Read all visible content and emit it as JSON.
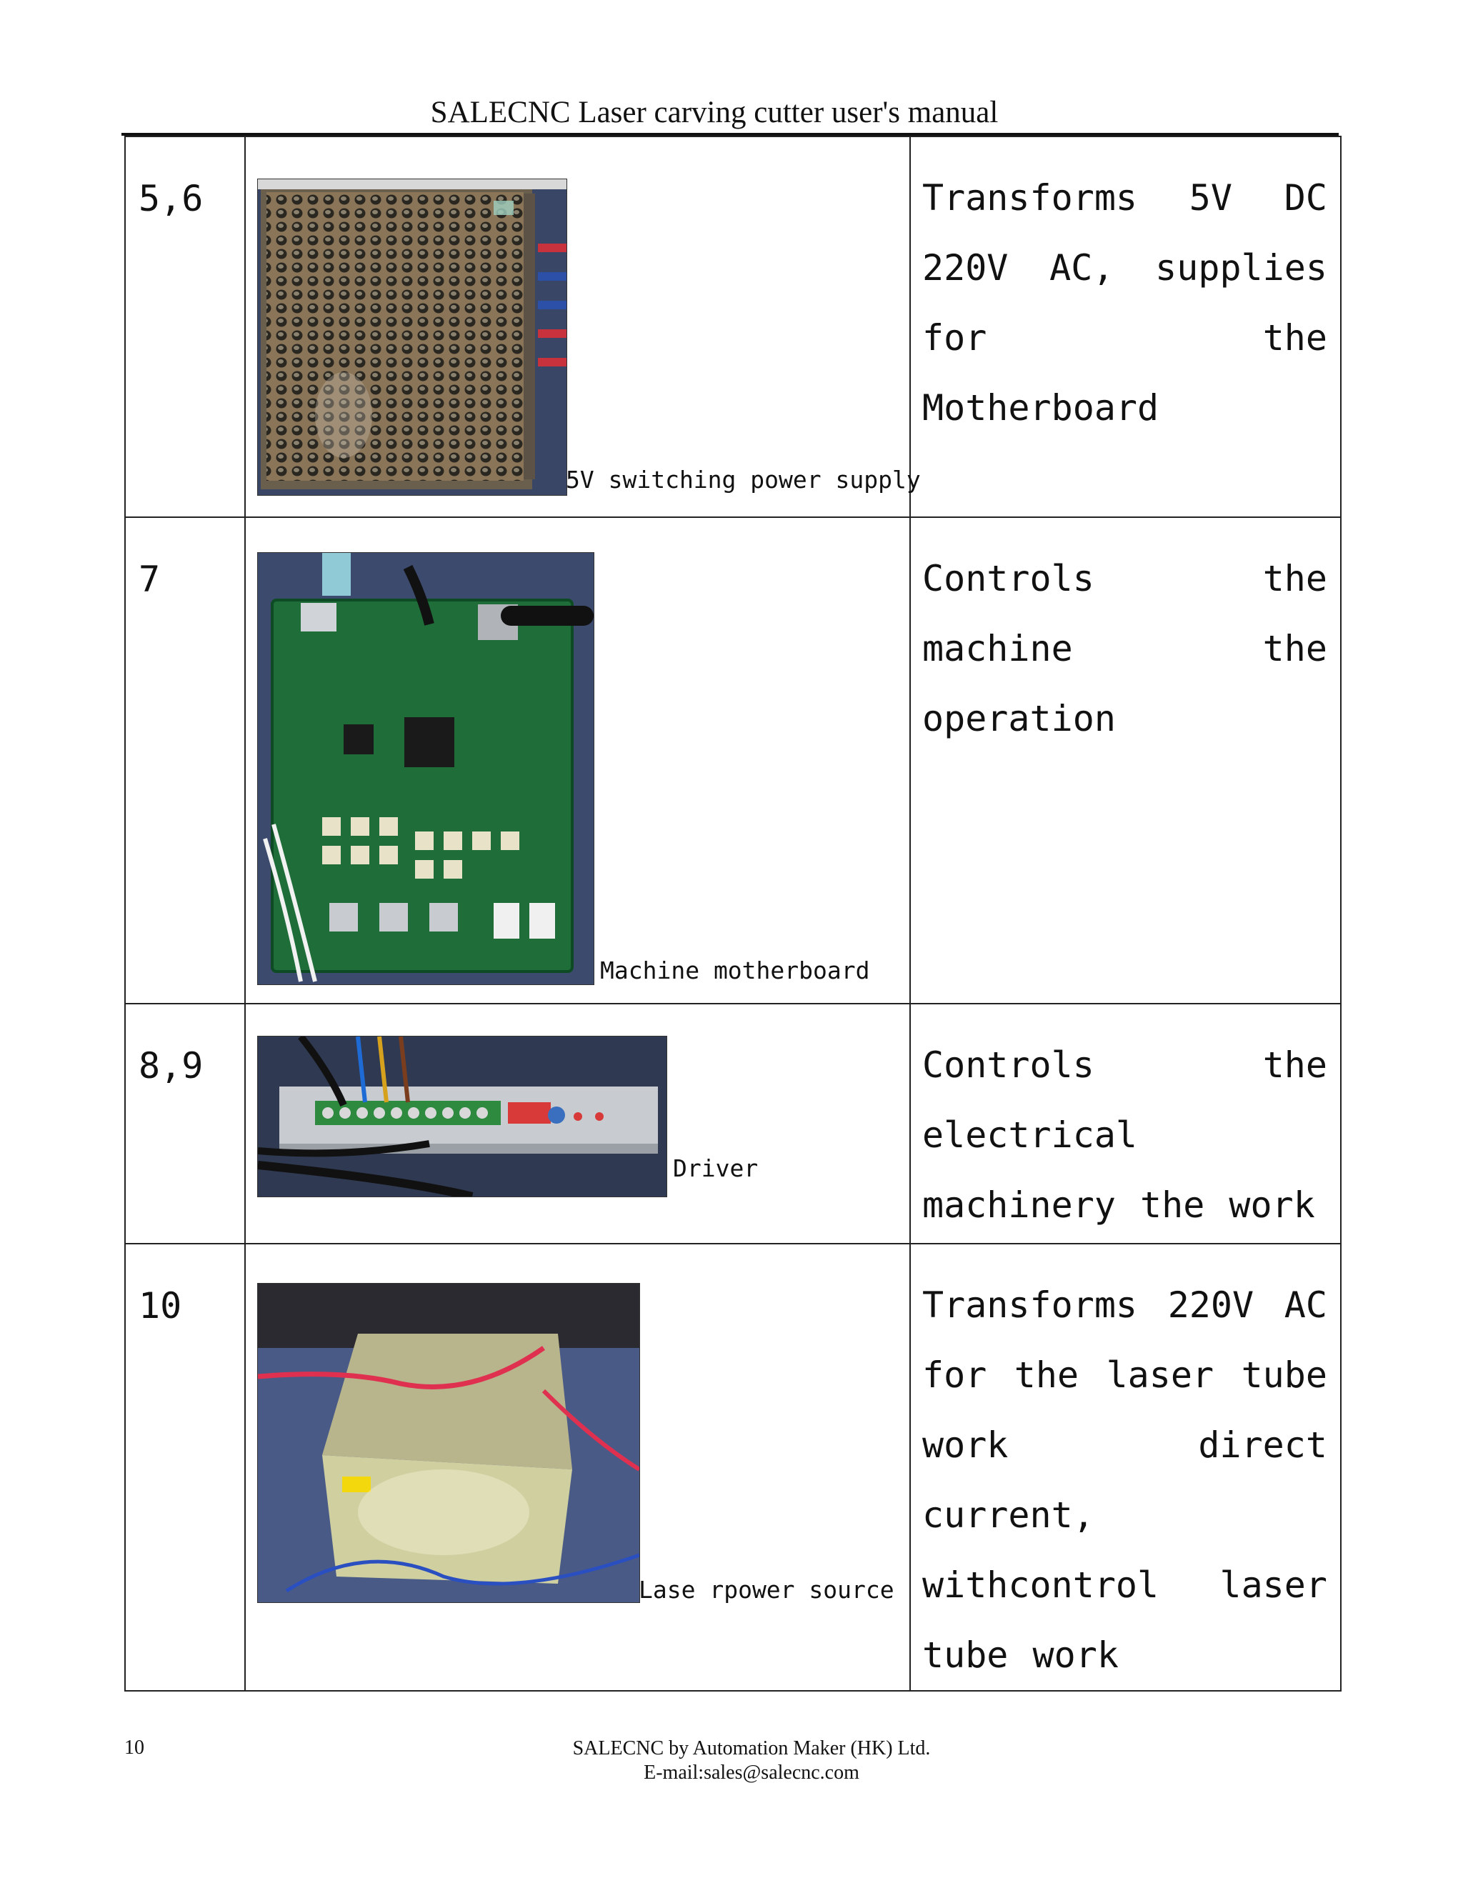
{
  "header": {
    "title": "SALECNC Laser carving cutter user's manual"
  },
  "rows": [
    {
      "number": "5,6",
      "caption": "5V switching power supply",
      "description": "Transforms 5V DC 220V AC, supplies for the Motherboard"
    },
    {
      "number": "7",
      "caption": "Machine motherboard",
      "description": "Controls the machine the operation"
    },
    {
      "number": "8,9",
      "caption": "Driver",
      "description": "Controls the electrical machinery the work"
    },
    {
      "number": "10",
      "caption": "Lase rpower source",
      "description": "Transforms 220V AC for the laser tube work direct current, withcontrol laser tube work"
    }
  ],
  "footer": {
    "page_number": "10",
    "company": "SALECNC by Automation Maker (HK) Ltd.",
    "email": "E-mail:sales@salecnc.com"
  }
}
